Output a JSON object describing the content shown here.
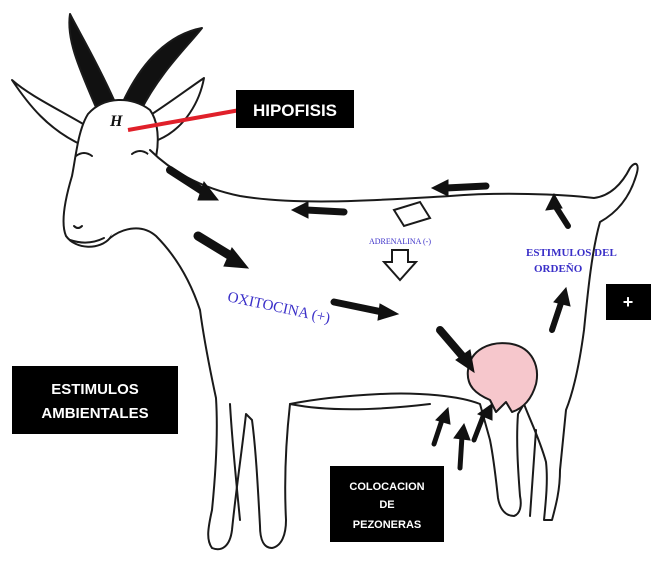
{
  "diagram": {
    "labels": {
      "hipofisis": "HIPOFISIS",
      "h_marker": "H",
      "adrenalina": "ADRENALINA (-)",
      "oxitocina": "OXITOCINA (+)",
      "estimulos_ordeno_line1": "ESTIMULOS DEL",
      "estimulos_ordeno_line2": "ORDEÑO",
      "plus_sign": "+",
      "ambientales_line1": "ESTIMULOS",
      "ambientales_line2": "AMBIENTALES",
      "colocacion_line1": "COLOCACION",
      "colocacion_line2": "DE",
      "colocacion_line3": "PEZONERAS"
    },
    "colors": {
      "label_box_bg": "#000000",
      "label_box_text": "#ffffff",
      "hypophysis_line": "#e0202a",
      "blue_text": "#3a2fc8",
      "udder": "#f6c7cc",
      "outline": "#1a1a1a",
      "horn": "#111111"
    }
  }
}
